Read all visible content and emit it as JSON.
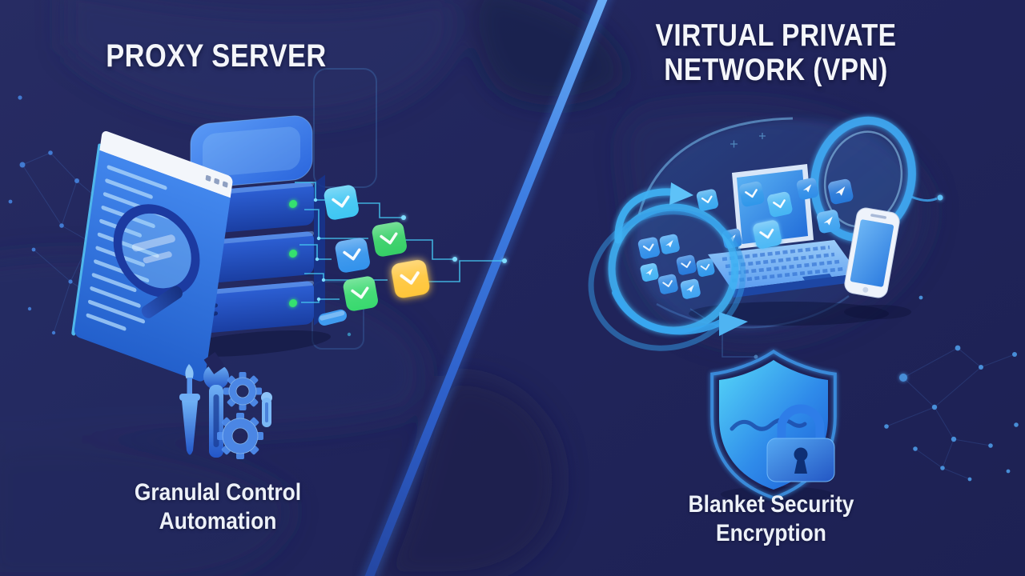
{
  "left": {
    "title": "PROXY SERVER",
    "caption_line1": "Granulal Control",
    "caption_line2": "Automation"
  },
  "right": {
    "title_line1": "VIRTUAL PRIVATE",
    "title_line2": "NETWORK (VPN)",
    "caption_line1": "Blanket Security",
    "caption_line2": "Encryption"
  },
  "icons": {
    "browser-search-window-icon": "tilted browser window with magnifying glass",
    "server-stack-icon": "isometric 4-tier server tower with green LEDs",
    "envelope-icons": "cyan / green / blue / yellow message squares on circuit lines",
    "tools-icon": "screwdriver, wrench, two gears, driver bit",
    "vpn-tunnel-icon": "glowing blue data tunnel with circular sync arrows",
    "laptop-icon": "isometric laptop with floating message icons",
    "smartphone-icon": "smartphone at tunnel exit",
    "shield-icon": "gradient security shield with wave line",
    "padlock-icon": "padlock overlapping shield",
    "constellation-dots": "network dot clusters left edge and bottom right"
  },
  "colors": {
    "background": "#21255c",
    "divider_top": "#64a8f5",
    "divider_bottom": "#27479f",
    "title_text": "#f4f6fa",
    "glow_blue": "#46b5f6",
    "envelope_cyan": "#3ec6f3",
    "envelope_green": "#35cf66",
    "envelope_blue": "#3292ec",
    "envelope_yellow": "#ffc63a",
    "led_green": "#35e06e"
  }
}
